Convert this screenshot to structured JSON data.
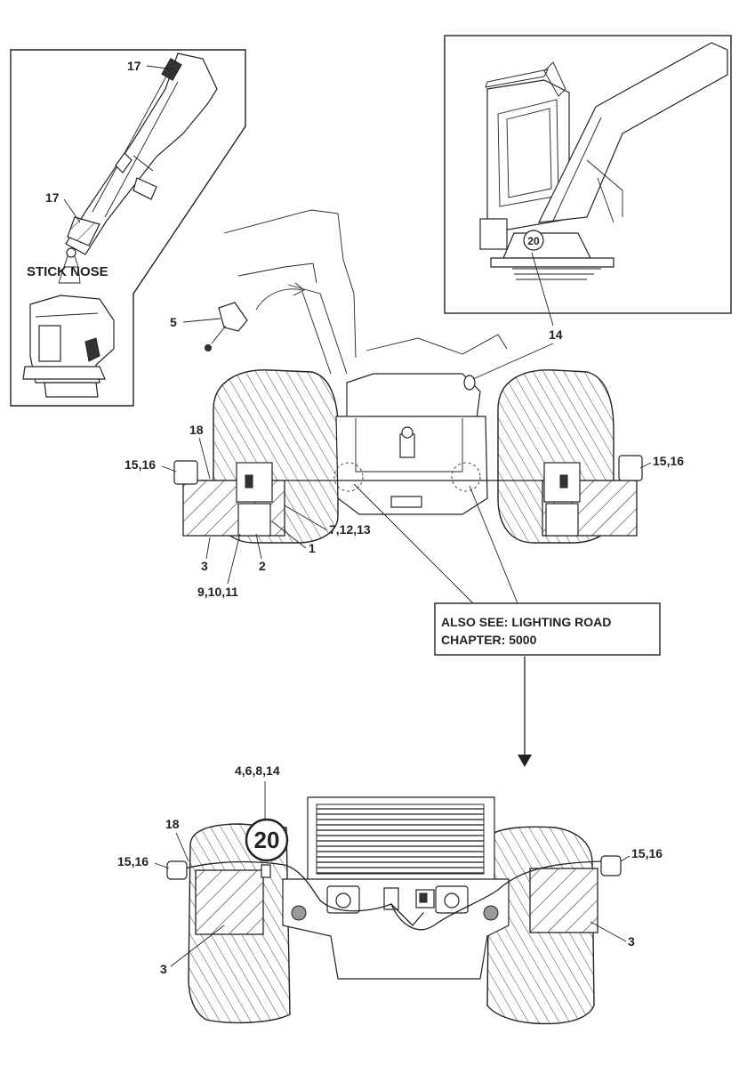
{
  "callouts": {
    "tl_17_top": "17",
    "tl_17_bottom": "17",
    "stick_nose": "STICK NOSE",
    "n5": "5",
    "n14": "14",
    "n20_small": "20",
    "n18_top": "18",
    "n15_16_left": "15,16",
    "n15_16_right": "15,16",
    "n3_top": "3",
    "n2": "2",
    "n1": "1",
    "n7_12_13": "7,12,13",
    "n9_10_11": "9,10,11",
    "n4_6_8_14": "4,6,8,14",
    "n20_big": "20",
    "n18_bottom": "18",
    "n15_16_bl": "15,16",
    "n15_16_br": "15,16",
    "n3_bl": "3",
    "n3_br": "3"
  },
  "note": {
    "line1": "ALSO SEE: LIGHTING ROAD",
    "line2": "CHAPTER: 5000"
  }
}
